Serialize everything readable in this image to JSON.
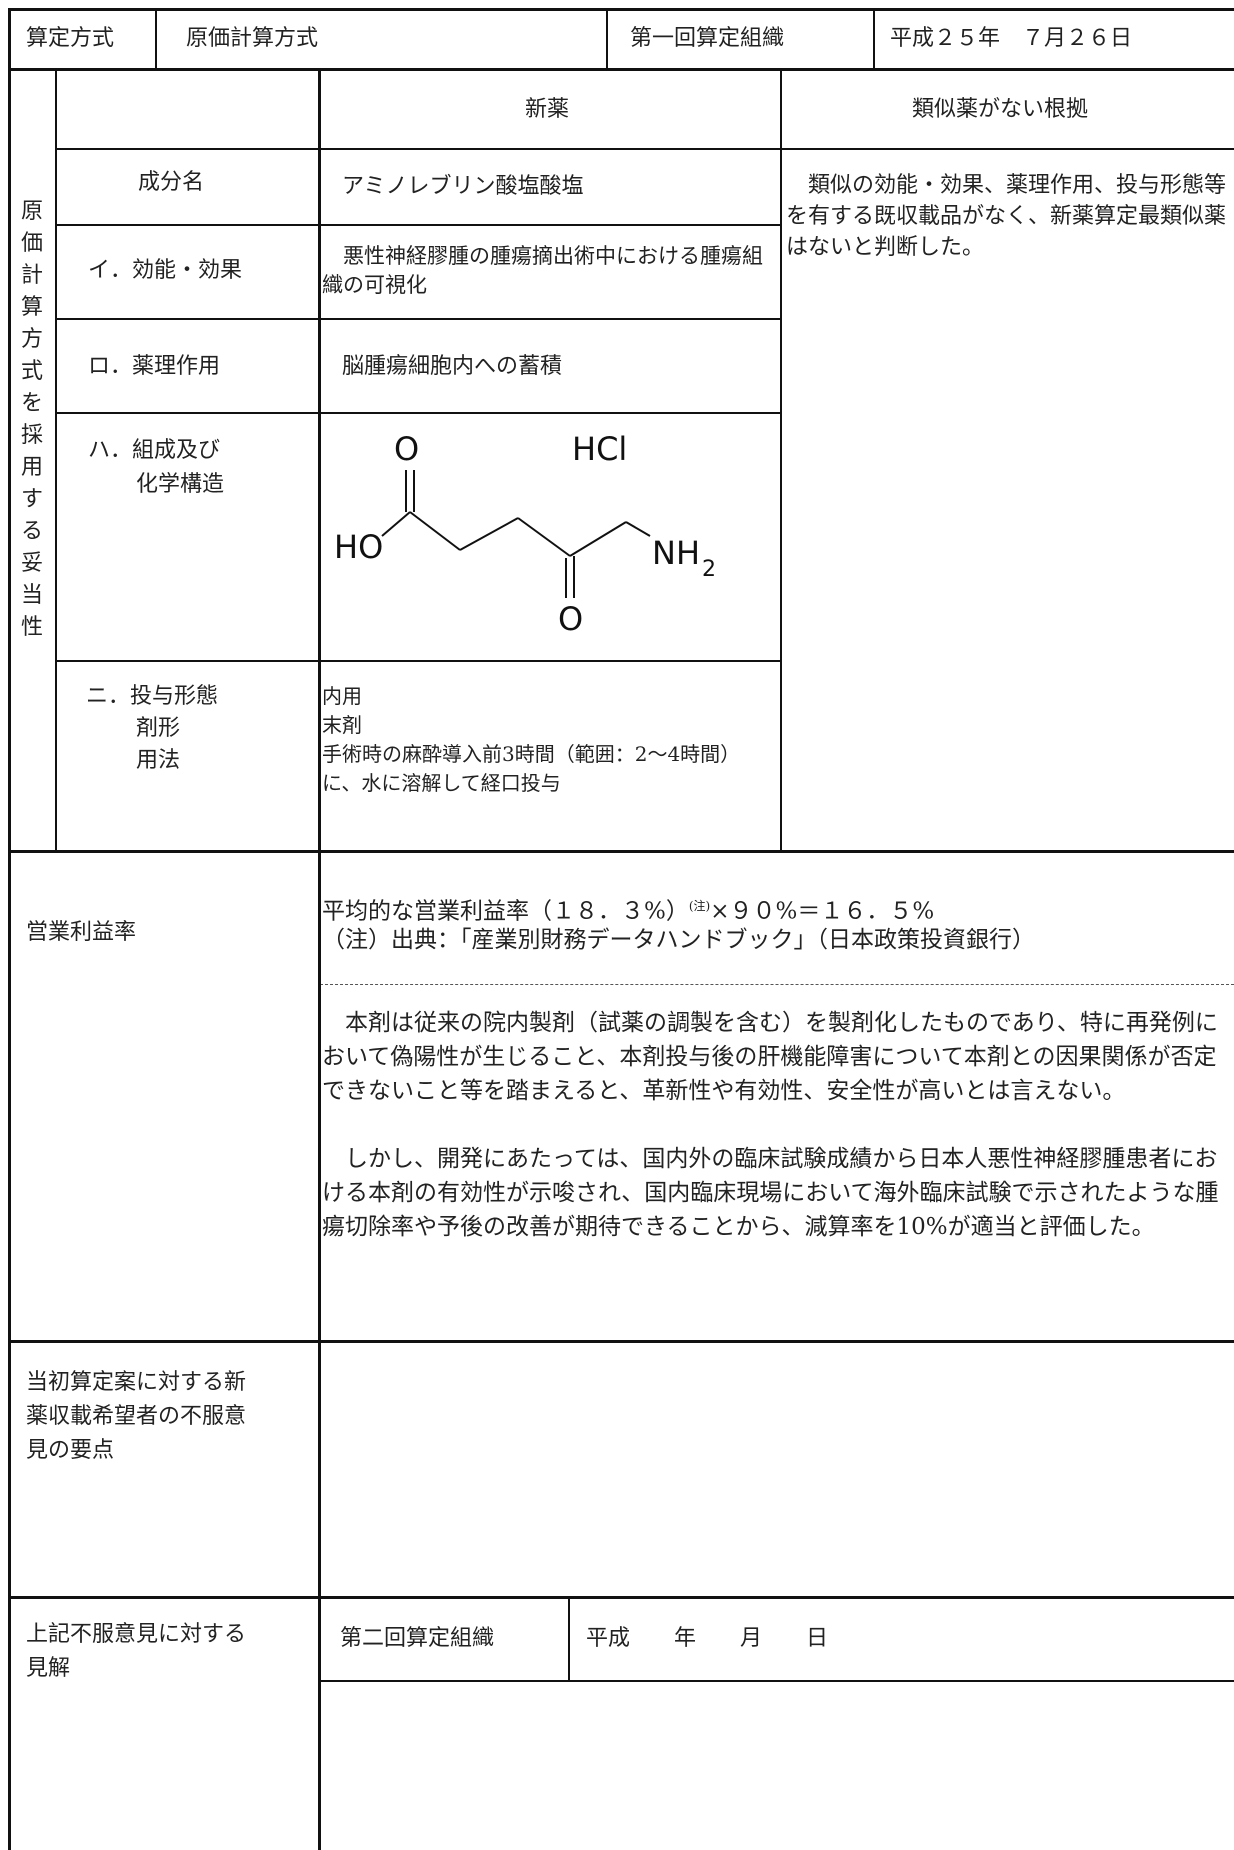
{
  "header": {
    "method_label": "算定方式",
    "method_value": "原価計算方式",
    "first_org_label": "第一回算定組織",
    "first_org_date": "平成２５年　７月２６日"
  },
  "justification": {
    "side_label": "原価計算方式を採用する妥当性",
    "col_new_drug": "新薬",
    "col_reason": "類似薬がない根拠",
    "rows": [
      {
        "label": "成分名",
        "value": "アミノレブリン酸塩酸塩"
      },
      {
        "label": "イ．効能・効果",
        "value": "悪性神経膠腫の腫瘍摘出術中における腫瘍組織の可視化"
      },
      {
        "label": "ロ．薬理作用",
        "value": "脳腫瘍細胞内への蓄積"
      },
      {
        "label": "ハ．組成及び化学構造",
        "label_line1": "ハ．組成及び",
        "label_line2": "化学構造"
      },
      {
        "label_line1": "ニ．投与形態",
        "label_line2": "剤形",
        "label_line3": "用法",
        "value_line1": "内用",
        "value_line2": "末剤",
        "value_line3": "手術時の麻酔導入前3時間（範囲：2～4時間）に、水に溶解して経口投与"
      }
    ],
    "reason_text": "類似の効能・効果、薬理作用、投与形態等を有する既収載品がなく、新薬算定最類似薬はないと判断した。",
    "structure_labels": {
      "hcl": "HCl",
      "o_top": "O",
      "o_bottom": "O",
      "ho": "HO",
      "nh": "NH",
      "sub2": "2"
    }
  },
  "profit": {
    "label": "営業利益率",
    "formula_pre": "平均的な営業利益率（１８．３%）",
    "formula_note_mark": "(注)",
    "formula_post": "×９０%＝１６．５%",
    "source": "（注）出典：「産業別財務データハンドブック」（日本政策投資銀行）",
    "assessment_p1": "本剤は従来の院内製剤（試薬の調製を含む）を製剤化したものであり、特に再発例において偽陽性が生じること、本剤投与後の肝機能障害について本剤との因果関係が否定できないこと等を踏まえると、革新性や有効性、安全性が高いとは言えない。",
    "assessment_p2": "しかし、開発にあたっては、国内外の臨床試験成績から日本人悪性神経膠腫患者における本剤の有効性が示唆され、国内臨床現場において海外臨床試験で示されたような腫瘍切除率や予後の改善が期待できることから、減算率を10%が適当と評価した。"
  },
  "objection": {
    "label": "当初算定案に対する新薬収載希望者の不服意見の要点",
    "label_line1": "当初算定案に対する新",
    "label_line2": "薬収載希望者の不服意",
    "label_line3": "見の要点"
  },
  "opinion": {
    "label_line1": "上記不服意見に対する",
    "label_line2": "見解",
    "second_org_label": "第二回算定組織",
    "second_org_date": "平成　　年　　月　　日"
  }
}
